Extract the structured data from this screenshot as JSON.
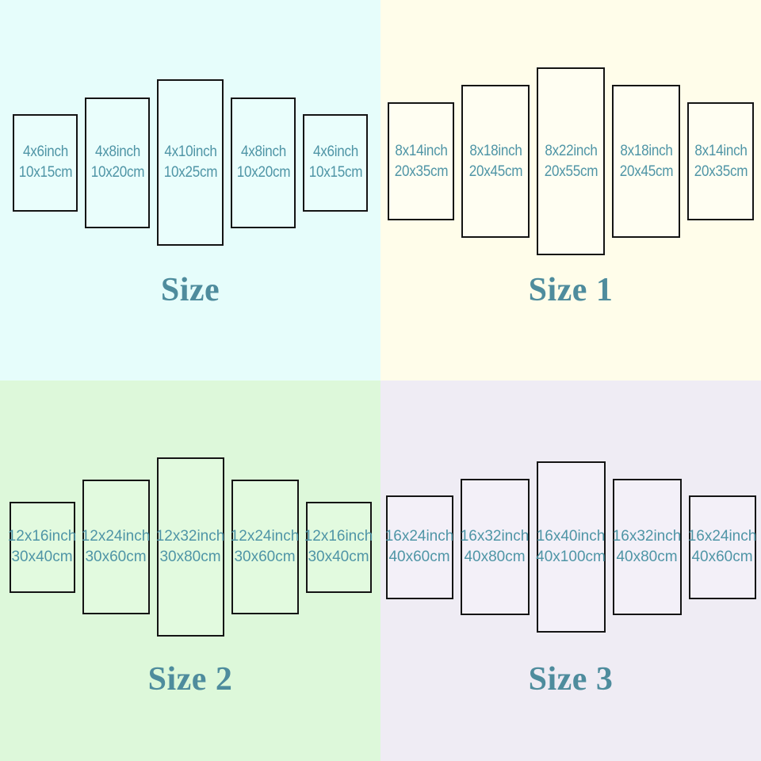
{
  "colors": {
    "quadrant_backgrounds": [
      "#e6fdfb",
      "#fffdea",
      "#ddf8da",
      "#efecf4"
    ],
    "panel_fills": [
      "#eafefc",
      "#fffef2",
      "#e2fadf",
      "#f3f0f8"
    ],
    "panel_border": "#141414",
    "panel_text": "#4f95a6",
    "title_text": "#4e8c9d"
  },
  "quadrants": [
    {
      "title": "Size",
      "background": "#e6fdfb",
      "panels": [
        {
          "inch": "4x6inch",
          "cm": "10x15cm"
        },
        {
          "inch": "4x8inch",
          "cm": "10x20cm"
        },
        {
          "inch": "4x10inch",
          "cm": "10x25cm"
        },
        {
          "inch": "4x8inch",
          "cm": "10x20cm"
        },
        {
          "inch": "4x6inch",
          "cm": "10x15cm"
        }
      ]
    },
    {
      "title": "Size 1",
      "background": "#fffdea",
      "panels": [
        {
          "inch": "8x14inch",
          "cm": "20x35cm"
        },
        {
          "inch": "8x18inch",
          "cm": "20x45cm"
        },
        {
          "inch": "8x22inch",
          "cm": "20x55cm"
        },
        {
          "inch": "8x18inch",
          "cm": "20x45cm"
        },
        {
          "inch": "8x14inch",
          "cm": "20x35cm"
        }
      ]
    },
    {
      "title": "Size 2",
      "background": "#ddf8da",
      "panels": [
        {
          "inch": "12x16inch",
          "cm": "30x40cm"
        },
        {
          "inch": "12x24inch",
          "cm": "30x60cm"
        },
        {
          "inch": "12x32inch",
          "cm": "30x80cm"
        },
        {
          "inch": "12x24inch",
          "cm": "30x60cm"
        },
        {
          "inch": "12x16inch",
          "cm": "30x40cm"
        }
      ]
    },
    {
      "title": "Size 3",
      "background": "#efecf4",
      "panels": [
        {
          "inch": "16x24inch",
          "cm": "40x60cm"
        },
        {
          "inch": "16x32inch",
          "cm": "40x80cm"
        },
        {
          "inch": "16x40inch",
          "cm": "40x100cm"
        },
        {
          "inch": "16x32inch",
          "cm": "40x80cm"
        },
        {
          "inch": "16x24inch",
          "cm": "40x60cm"
        }
      ]
    }
  ]
}
